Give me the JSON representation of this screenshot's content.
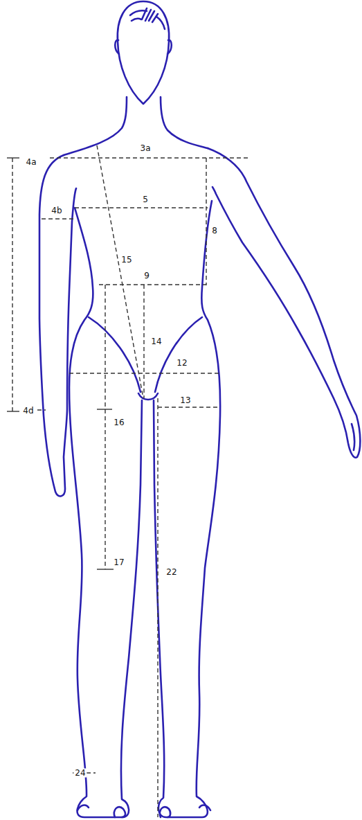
{
  "diagram": {
    "labels": [
      "4a",
      "3a",
      "5",
      "4b",
      "8",
      "15",
      "9",
      "14",
      "12",
      "4d",
      "16",
      "13",
      "17",
      "22",
      "24"
    ]
  }
}
